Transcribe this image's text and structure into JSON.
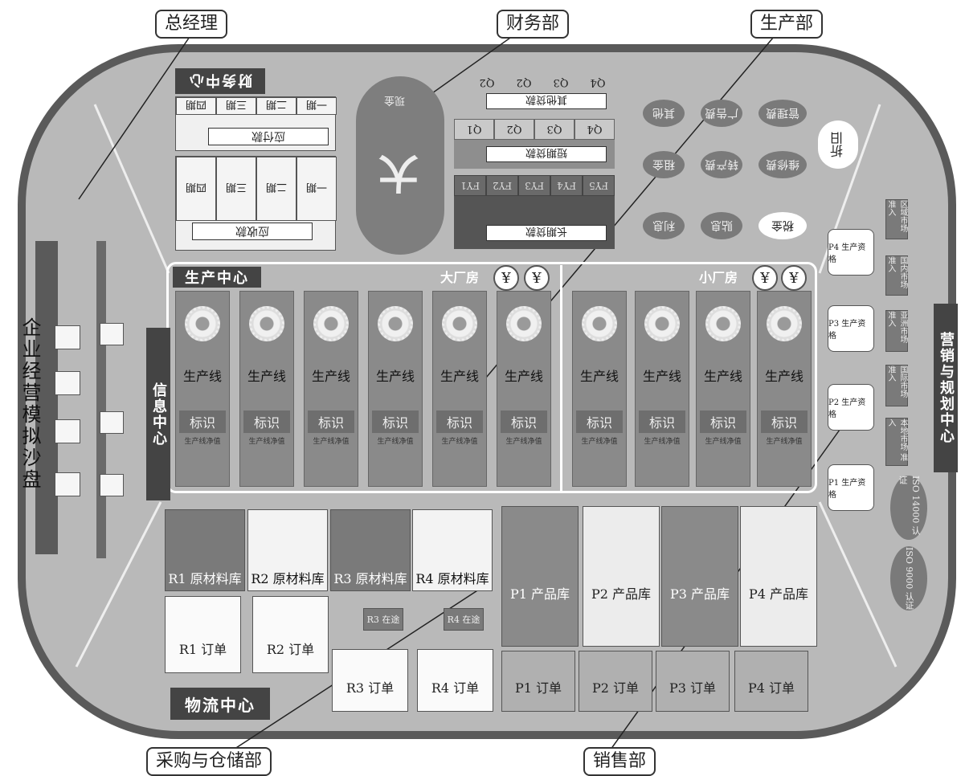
{
  "callouts": {
    "general_manager": "总经理",
    "finance_dept": "财务部",
    "production_dept": "生产部",
    "purchasing_dept": "采购与仓储部",
    "sales_dept": "销售部"
  },
  "finance": {
    "title": "财务中心",
    "payable": "应付款",
    "receivable": "应收款",
    "cash": "现金",
    "cash_big": "大",
    "other_loan": "其他贷款",
    "short_loan": "短期贷款",
    "long_loan": "长期贷款",
    "period_labels": [
      "一期",
      "二期",
      "三期",
      "四期"
    ],
    "quarters": [
      "Q1",
      "Q2",
      "Q3",
      "Q4"
    ],
    "fy_labels": [
      "FY5",
      "FY4",
      "FY3",
      "FY2",
      "FY1"
    ],
    "expenses": [
      "管理费",
      "广告费",
      "其他",
      "维修费",
      "转产费",
      "租金",
      "税金",
      "贴息",
      "利息"
    ],
    "discount": "折旧"
  },
  "production": {
    "title": "生产中心",
    "large_plant": "大厂房",
    "small_plant": "小厂房",
    "currency_symbol": "¥",
    "line_label": "生产线",
    "tag_label": "标识",
    "net_value": "生产线净值",
    "large_lines": 6,
    "small_lines": 4
  },
  "information": {
    "title": "信息中心",
    "board_title": "企业经营模拟沙盘"
  },
  "marketing": {
    "title": "营销与规划中心",
    "certs": [
      "P4 生产资格",
      "P3 生产资格",
      "P2 生产资格",
      "P1 生产资格"
    ],
    "markets": [
      "区域市场 准入",
      "国内市场 准入",
      "亚洲市场 准入",
      "国际市场 准入",
      "本地市场 准入"
    ],
    "iso": [
      "ISO 9000 认证",
      "ISO 14000 认证"
    ]
  },
  "logistics": {
    "title": "物流中心",
    "raw_stores": [
      "R1 原材料库",
      "R2 原材料库",
      "R3 原材料库",
      "R4 原材料库"
    ],
    "raw_orders": [
      "R1 订单",
      "R2 订单",
      "R3 订单",
      "R4 订单"
    ],
    "in_transit": [
      "R3 在途",
      "R4 在途"
    ],
    "product_stores": [
      "P1 产品库",
      "P2 产品库",
      "P3 产品库",
      "P4 产品库"
    ],
    "product_orders": [
      "P1 订单",
      "P2 订单",
      "P3 订单",
      "P4 订单"
    ]
  }
}
